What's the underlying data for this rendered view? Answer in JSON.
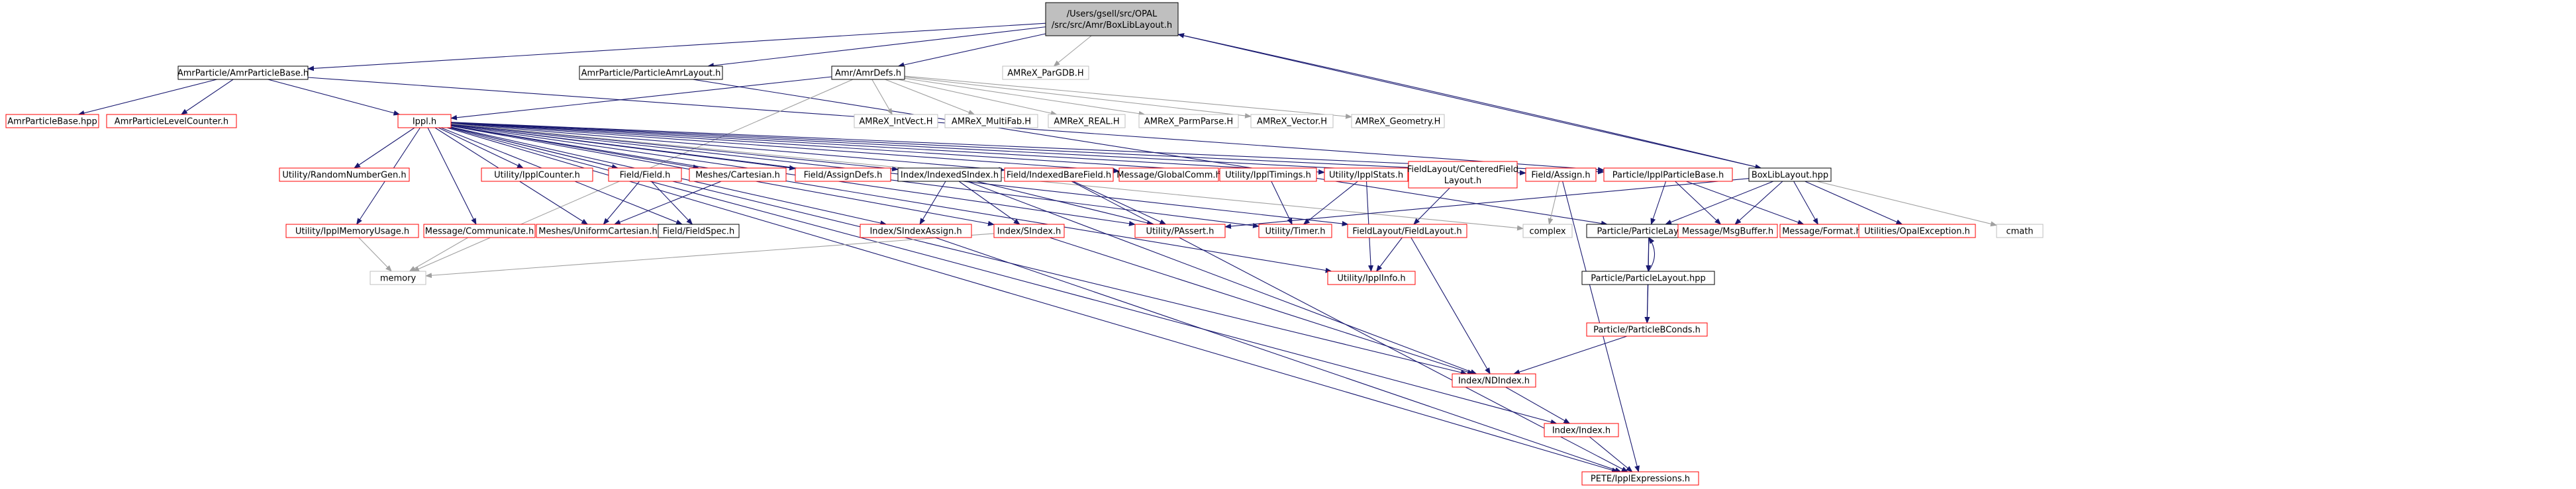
{
  "graph": {
    "nodes": [
      {
        "id": "root",
        "label": [
          "/Users/gsell/src/OPAL",
          "/src/src/Amr/BoxLibLayout.h"
        ],
        "style": "root"
      },
      {
        "id": "amrparticlebase_h",
        "label": [
          "AmrParticle/AmrParticleBase.h"
        ],
        "style": "black"
      },
      {
        "id": "particleamrlayout_h",
        "label": [
          "AmrParticle/ParticleAmrLayout.h"
        ],
        "style": "black"
      },
      {
        "id": "amrdefs_h",
        "label": [
          "Amr/AmrDefs.h"
        ],
        "style": "black"
      },
      {
        "id": "pargdb_h",
        "label": [
          "AMReX_ParGDB.H"
        ],
        "style": "gray"
      },
      {
        "id": "amrparticlebase_hpp",
        "label": [
          "AmrParticleBase.hpp"
        ],
        "style": "red"
      },
      {
        "id": "amrparticlelevelcounter_h",
        "label": [
          "AmrParticleLevelCounter.h"
        ],
        "style": "red"
      },
      {
        "id": "ippl_h",
        "label": [
          "Ippl.h"
        ],
        "style": "red"
      },
      {
        "id": "intvect_h",
        "label": [
          "AMReX_IntVect.H"
        ],
        "style": "gray"
      },
      {
        "id": "multifab_h",
        "label": [
          "AMReX_MultiFab.H"
        ],
        "style": "gray"
      },
      {
        "id": "real_h",
        "label": [
          "AMReX_REAL.H"
        ],
        "style": "gray"
      },
      {
        "id": "parmparse_h",
        "label": [
          "AMReX_ParmParse.H"
        ],
        "style": "gray"
      },
      {
        "id": "vector_h",
        "label": [
          "AMReX_Vector.H"
        ],
        "style": "gray"
      },
      {
        "id": "geometry_h",
        "label": [
          "AMReX_Geometry.H"
        ],
        "style": "gray"
      },
      {
        "id": "randomnumbergen_h",
        "label": [
          "Utility/RandomNumberGen.h"
        ],
        "style": "red"
      },
      {
        "id": "ipplcounter_h",
        "label": [
          "Utility/IpplCounter.h"
        ],
        "style": "red"
      },
      {
        "id": "field_h",
        "label": [
          "Field/Field.h"
        ],
        "style": "red"
      },
      {
        "id": "cartesian_h",
        "label": [
          "Meshes/Cartesian.h"
        ],
        "style": "red"
      },
      {
        "id": "assigndefs_h",
        "label": [
          "Field/AssignDefs.h"
        ],
        "style": "red"
      },
      {
        "id": "indexedsindex_h",
        "label": [
          "Index/IndexedSIndex.h"
        ],
        "style": "black"
      },
      {
        "id": "indexedbarefield_h",
        "label": [
          "Field/IndexedBareField.h"
        ],
        "style": "red"
      },
      {
        "id": "globalcomm_h",
        "label": [
          "Message/GlobalComm.h"
        ],
        "style": "red"
      },
      {
        "id": "ippltimings_h",
        "label": [
          "Utility/IpplTimings.h"
        ],
        "style": "red"
      },
      {
        "id": "ipplstats_h",
        "label": [
          "Utility/IpplStats.h"
        ],
        "style": "red"
      },
      {
        "id": "centeredfieldlayout_h",
        "label": [
          "FieldLayout/CenteredField",
          "Layout.h"
        ],
        "style": "red"
      },
      {
        "id": "assign_h",
        "label": [
          "Field/Assign.h"
        ],
        "style": "red"
      },
      {
        "id": "ipplparticlebase_h",
        "label": [
          "Particle/IpplParticleBase.h"
        ],
        "style": "red"
      },
      {
        "id": "boxliblayout_hpp",
        "label": [
          "BoxLibLayout.hpp"
        ],
        "style": "black"
      },
      {
        "id": "ipplmemoryusage_h",
        "label": [
          "Utility/IpplMemoryUsage.h"
        ],
        "style": "red"
      },
      {
        "id": "communicate_h",
        "label": [
          "Message/Communicate.h"
        ],
        "style": "red"
      },
      {
        "id": "uniformcartesian_h",
        "label": [
          "Meshes/UniformCartesian.h"
        ],
        "style": "red"
      },
      {
        "id": "fieldspec_h",
        "label": [
          "Field/FieldSpec.h"
        ],
        "style": "black"
      },
      {
        "id": "sindexassign_h",
        "label": [
          "Index/SIndexAssign.h"
        ],
        "style": "red"
      },
      {
        "id": "sindex_h",
        "label": [
          "Index/SIndex.h"
        ],
        "style": "red"
      },
      {
        "id": "passert_h",
        "label": [
          "Utility/PAssert.h"
        ],
        "style": "red"
      },
      {
        "id": "timer_h",
        "label": [
          "Utility/Timer.h"
        ],
        "style": "red"
      },
      {
        "id": "fieldlayout_h",
        "label": [
          "FieldLayout/FieldLayout.h"
        ],
        "style": "red"
      },
      {
        "id": "complex",
        "label": [
          "complex"
        ],
        "style": "gray"
      },
      {
        "id": "particlelayout_h",
        "label": [
          "Particle/ParticleLayout.h"
        ],
        "style": "black"
      },
      {
        "id": "msgbuffer_h",
        "label": [
          "Message/MsgBuffer.h"
        ],
        "style": "red"
      },
      {
        "id": "format_h",
        "label": [
          "Message/Format.h"
        ],
        "style": "red"
      },
      {
        "id": "opalexception_h",
        "label": [
          "Utilities/OpalException.h"
        ],
        "style": "red"
      },
      {
        "id": "cmath",
        "label": [
          "cmath"
        ],
        "style": "gray"
      },
      {
        "id": "memory",
        "label": [
          "memory"
        ],
        "style": "gray"
      },
      {
        "id": "ipplinfo_h",
        "label": [
          "Utility/IpplInfo.h"
        ],
        "style": "red"
      },
      {
        "id": "particlelayout_hpp",
        "label": [
          "Particle/ParticleLayout.hpp"
        ],
        "style": "black"
      },
      {
        "id": "particlebconds_h",
        "label": [
          "Particle/ParticleBConds.h"
        ],
        "style": "red"
      },
      {
        "id": "ndindex_h",
        "label": [
          "Index/NDIndex.h"
        ],
        "style": "red"
      },
      {
        "id": "index_h",
        "label": [
          "Index/Index.h"
        ],
        "style": "red"
      },
      {
        "id": "ipplexpressions_h",
        "label": [
          "PETE/IpplExpressions.h"
        ],
        "style": "red"
      }
    ],
    "edges": [
      [
        "root",
        "amrparticlebase_h"
      ],
      [
        "root",
        "particleamrlayout_h"
      ],
      [
        "root",
        "amrdefs_h"
      ],
      [
        "root",
        "pargdb_h"
      ],
      [
        "root",
        "boxliblayout_hpp"
      ],
      [
        "amrparticlebase_h",
        "amrparticlebase_hpp"
      ],
      [
        "amrparticlebase_h",
        "amrparticlelevelcounter_h"
      ],
      [
        "amrparticlebase_h",
        "ippl_h"
      ],
      [
        "amrparticlebase_h",
        "ipplparticlebase_h"
      ],
      [
        "particleamrlayout_h",
        "particlelayout_h"
      ],
      [
        "amrdefs_h",
        "ippl_h"
      ],
      [
        "amrdefs_h",
        "intvect_h"
      ],
      [
        "amrdefs_h",
        "multifab_h"
      ],
      [
        "amrdefs_h",
        "real_h"
      ],
      [
        "amrdefs_h",
        "parmparse_h"
      ],
      [
        "amrdefs_h",
        "vector_h"
      ],
      [
        "amrdefs_h",
        "geometry_h"
      ],
      [
        "amrdefs_h",
        "memory"
      ],
      [
        "ippl_h",
        "randomnumbergen_h"
      ],
      [
        "ippl_h",
        "ipplcounter_h"
      ],
      [
        "ippl_h",
        "field_h"
      ],
      [
        "ippl_h",
        "cartesian_h"
      ],
      [
        "ippl_h",
        "assigndefs_h"
      ],
      [
        "ippl_h",
        "indexedsindex_h"
      ],
      [
        "ippl_h",
        "indexedbarefield_h"
      ],
      [
        "ippl_h",
        "globalcomm_h"
      ],
      [
        "ippl_h",
        "ippltimings_h"
      ],
      [
        "ippl_h",
        "ipplstats_h"
      ],
      [
        "ippl_h",
        "centeredfieldlayout_h"
      ],
      [
        "ippl_h",
        "assign_h"
      ],
      [
        "ippl_h",
        "ipplparticlebase_h"
      ],
      [
        "ippl_h",
        "ipplmemoryusage_h"
      ],
      [
        "ippl_h",
        "communicate_h"
      ],
      [
        "ippl_h",
        "uniformcartesian_h"
      ],
      [
        "ippl_h",
        "fieldspec_h"
      ],
      [
        "ippl_h",
        "sindexassign_h"
      ],
      [
        "ippl_h",
        "sindex_h"
      ],
      [
        "ippl_h",
        "passert_h"
      ],
      [
        "ippl_h",
        "timer_h"
      ],
      [
        "ippl_h",
        "fieldlayout_h"
      ],
      [
        "ippl_h",
        "complex"
      ],
      [
        "ippl_h",
        "ipplinfo_h"
      ],
      [
        "ippl_h",
        "ndindex_h"
      ],
      [
        "ippl_h",
        "index_h"
      ],
      [
        "ippl_h",
        "ipplexpressions_h"
      ],
      [
        "field_h",
        "uniformcartesian_h"
      ],
      [
        "field_h",
        "fieldspec_h"
      ],
      [
        "cartesian_h",
        "uniformcartesian_h"
      ],
      [
        "indexedsindex_h",
        "sindexassign_h"
      ],
      [
        "indexedsindex_h",
        "sindex_h"
      ],
      [
        "indexedsindex_h",
        "passert_h"
      ],
      [
        "indexedsindex_h",
        "ndindex_h"
      ],
      [
        "indexedbarefield_h",
        "passert_h"
      ],
      [
        "indexedbarefield_h",
        "ipplexpressions_h"
      ],
      [
        "ippltimings_h",
        "timer_h"
      ],
      [
        "ipplstats_h",
        "timer_h"
      ],
      [
        "ipplstats_h",
        "ipplinfo_h"
      ],
      [
        "centeredfieldlayout_h",
        "fieldlayout_h"
      ],
      [
        "assign_h",
        "complex"
      ],
      [
        "assign_h",
        "ipplexpressions_h"
      ],
      [
        "ipplparticlebase_h",
        "particlelayout_h"
      ],
      [
        "ipplparticlebase_h",
        "msgbuffer_h"
      ],
      [
        "ipplparticlebase_h",
        "format_h"
      ],
      [
        "boxliblayout_hpp",
        "root"
      ],
      [
        "boxliblayout_hpp",
        "passert_h"
      ],
      [
        "boxliblayout_hpp",
        "particlelayout_h"
      ],
      [
        "boxliblayout_hpp",
        "msgbuffer_h"
      ],
      [
        "boxliblayout_hpp",
        "format_h"
      ],
      [
        "boxliblayout_hpp",
        "opalexception_h"
      ],
      [
        "boxliblayout_hpp",
        "cmath"
      ],
      [
        "ipplmemoryusage_h",
        "memory"
      ],
      [
        "communicate_h",
        "memory"
      ],
      [
        "sindex_h",
        "memory"
      ],
      [
        "sindex_h",
        "ndindex_h"
      ],
      [
        "sindexassign_h",
        "ipplexpressions_h"
      ],
      [
        "fieldlayout_h",
        "ipplinfo_h"
      ],
      [
        "fieldlayout_h",
        "ndindex_h"
      ],
      [
        "particlelayout_h",
        "particlelayout_hpp"
      ],
      [
        "particlelayout_h",
        "particlebconds_h"
      ],
      [
        "particlelayout_hpp",
        "particlelayout_h"
      ],
      [
        "particlelayout_hpp",
        "particlebconds_h"
      ],
      [
        "particlebconds_h",
        "ndindex_h"
      ],
      [
        "ndindex_h",
        "index_h"
      ],
      [
        "index_h",
        "ipplexpressions_h"
      ]
    ]
  }
}
